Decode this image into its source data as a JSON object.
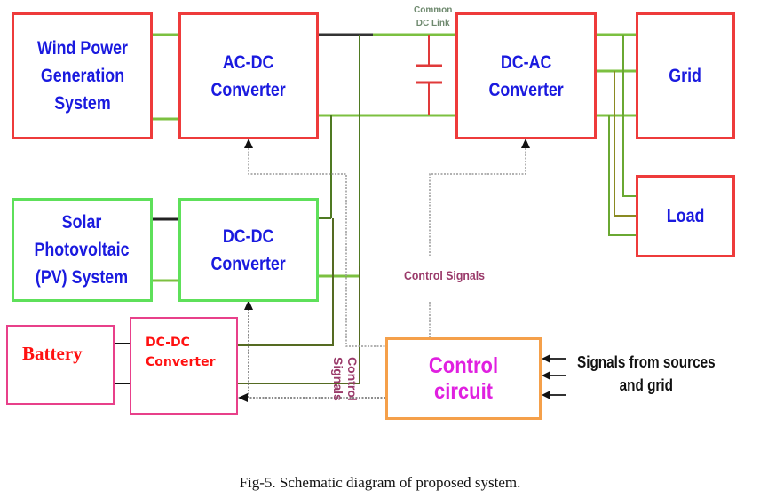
{
  "blocks": {
    "wind": "Wind Power\nGeneration\nSystem",
    "acdc": "AC-DC\nConverter",
    "dcac": "DC-AC\nConverter",
    "grid": "Grid",
    "load": "Load",
    "solar": "Solar\nPhotovoltaic\n(PV) System",
    "dcdc_pv": "DC-DC\nConverter",
    "battery": "Battery",
    "dcdc_batt": "DC-DC\nConverter",
    "control": "Control circuit"
  },
  "labels": {
    "common_dc_link": "Common\nDC Link",
    "control_signals_horizontal": "Control Signals",
    "control_signals_vertical": "Control\nSignals",
    "signals_from_sources": "Signals from sources\nand grid"
  },
  "caption": "Fig-5. Schematic diagram of proposed system.",
  "colors": {
    "source_block_border": "#ee3b3b",
    "solar_block_border": "#5ee05a",
    "battery_block_border": "#e8408a",
    "control_block_border": "#f5a04a",
    "block_text": "#1a1adf",
    "battery_text": "#ff1111",
    "control_text": "#e020e0",
    "signal_label_text": "#9a3a6a",
    "dc_bus_wire": "#6aa832",
    "battery_wire": "#556b22",
    "capacitor": "#e03a3a"
  }
}
